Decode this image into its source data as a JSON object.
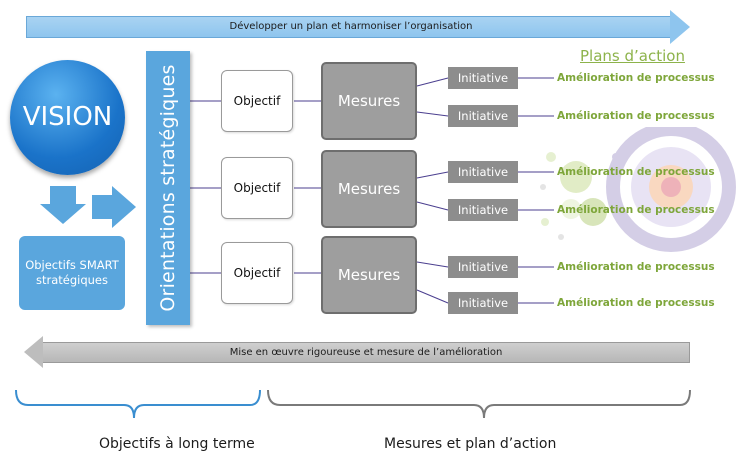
{
  "top_arrow": {
    "label": "Développer un plan et harmoniser l’organisation"
  },
  "bottom_arrow": {
    "label": "Mise en œuvre rigoureuse et mesure de l’amélioration"
  },
  "vision": {
    "label": "VISION"
  },
  "smart_objectives": {
    "label": "Objectifs SMART stratégiques"
  },
  "orientations": {
    "label": "Orientations stratégiques"
  },
  "plans_title": "Plans d’action",
  "groups": [
    {
      "objectif": "Objectif",
      "mesures": "Mesures",
      "initiatives": [
        {
          "label": "Initiative",
          "action": "Amélioration de processus"
        },
        {
          "label": "Initiative",
          "action": "Amélioration de processus"
        }
      ]
    },
    {
      "objectif": "Objectif",
      "mesures": "Mesures",
      "initiatives": [
        {
          "label": "Initiative",
          "action": "Amélioration de processus"
        },
        {
          "label": "Initiative",
          "action": "Amélioration de processus"
        }
      ]
    },
    {
      "objectif": "Objectif",
      "mesures": "Mesures",
      "initiatives": [
        {
          "label": "Initiative",
          "action": "Amélioration de processus"
        },
        {
          "label": "Initiative",
          "action": "Amélioration de processus"
        }
      ]
    }
  ],
  "brackets": {
    "long_term": "Objectifs à long terme",
    "measures_plan": "Mesures et plan d’action"
  },
  "colors": {
    "blue": "#5aa6dd",
    "vision_blue": "#1a73c9",
    "gray_box": "#9e9e9e",
    "initiative_gray": "#8d8d8d",
    "green_text": "#7ea63a",
    "connector_purple": "#4b3f8f"
  }
}
